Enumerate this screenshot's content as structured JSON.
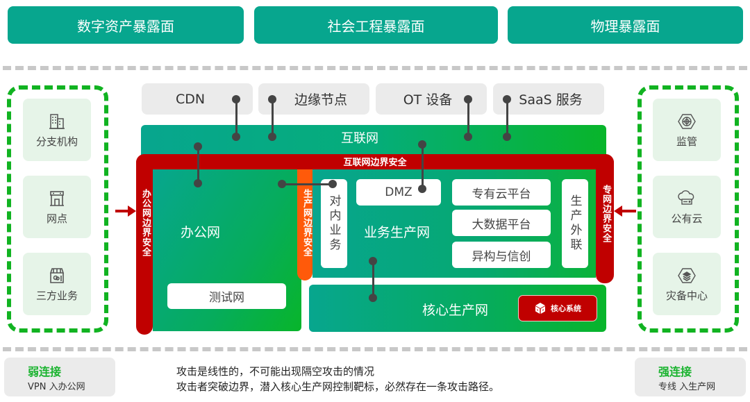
{
  "surfaces": [
    {
      "label": "数字资产暴露面"
    },
    {
      "label": "社会工程暴露面"
    },
    {
      "label": "物理暴露面"
    }
  ],
  "left_group": {
    "items": [
      {
        "label": "分支机构",
        "icon": "office-building-icon"
      },
      {
        "label": "网点",
        "icon": "storefront-icon"
      },
      {
        "label": "三方业务",
        "icon": "shop-awning-icon"
      }
    ]
  },
  "right_group": {
    "items": [
      {
        "label": "监管",
        "icon": "hex-target-icon"
      },
      {
        "label": "公有云",
        "icon": "cloud-server-icon"
      },
      {
        "label": "灾备中心",
        "icon": "hex-layers-icon"
      }
    ]
  },
  "top_chips": [
    {
      "label": "CDN"
    },
    {
      "label": "边缘节点"
    },
    {
      "label": "OT 设备"
    },
    {
      "label": "SaaS 服务"
    }
  ],
  "internet": {
    "label": "互联网"
  },
  "borders": {
    "internet_border": "互联网边界安全",
    "office_border": "办公网边界安全",
    "private_border": "专网边界安全",
    "production_border": "生产网边界安全"
  },
  "office_net": {
    "label": "办公网",
    "test_net": "测试网"
  },
  "biz_net": {
    "label": "业务生产网",
    "internal": "对内业务",
    "dmz": "DMZ",
    "platforms": [
      "专有云平台",
      "大数据平台",
      "异构与信创"
    ],
    "external": "生产外联"
  },
  "core_net": {
    "label": "核心生产网",
    "core_system": "核心系统"
  },
  "bottom": {
    "weak": {
      "title": "弱连接",
      "sub": "VPN 入办公网"
    },
    "strong": {
      "title": "强连接",
      "sub": "专线 入生产网"
    },
    "note_lines": [
      "攻击是线性的，不可能出现隔空攻击的情况",
      "攻击者突破边界，潜入核心生产网控制靶标，必然存在一条攻击路径。"
    ]
  },
  "colors": {
    "teal": "#07a68e",
    "green": "#08b52a",
    "red": "#c00000",
    "orange": "#ff5a0a",
    "dash_green": "#11b321",
    "card_bg": "#e6f4e8",
    "chip_bg": "#ebebeb"
  }
}
